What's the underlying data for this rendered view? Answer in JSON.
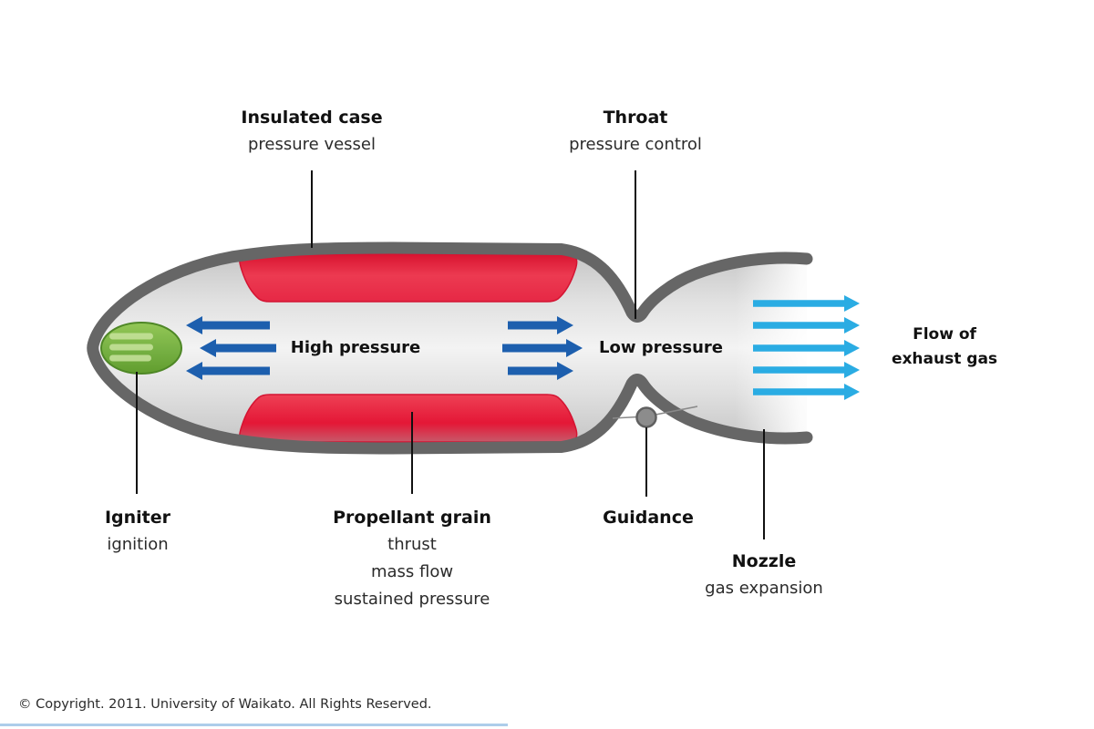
{
  "diagram": {
    "labels": {
      "insulated_case": {
        "title": "Insulated case",
        "subtitle": "pressure vessel"
      },
      "throat": {
        "title": "Throat",
        "subtitle": "pressure control"
      },
      "igniter": {
        "title": "Igniter",
        "subtitle": "ignition"
      },
      "propellant": {
        "title": "Propellant grain",
        "lines": [
          "thrust",
          "mass flow",
          "sustained pressure"
        ]
      },
      "guidance": {
        "title": "Guidance"
      },
      "nozzle": {
        "title": "Nozzle",
        "subtitle": "gas expansion"
      },
      "high_pressure": "High pressure",
      "low_pressure": "Low pressure",
      "exhaust_flow": {
        "line1": "Flow of",
        "line2": "exhaust gas"
      }
    },
    "colors": {
      "case_outline": "#666666",
      "interior_gray": "#e9e9e9",
      "propellant_red": "#e81d3c",
      "igniter_green": "#76b043",
      "pressure_arrow_blue": "#1d5fae",
      "exhaust_arrow_cyan": "#2aace3",
      "label_text": "#111111"
    }
  },
  "footer": {
    "copyright": "© Copyright. 2011. University of Waikato. All Rights Reserved."
  }
}
